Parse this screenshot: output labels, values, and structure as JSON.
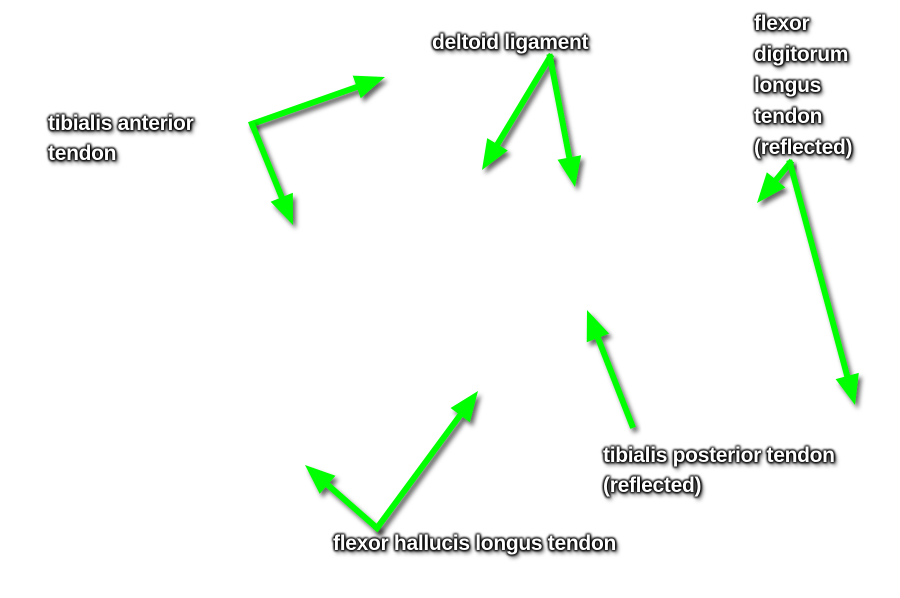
{
  "colors": {
    "arrow": "#00ff00",
    "label_text": "#ffffff",
    "label_shadow": "#000000",
    "background": "#ffffff"
  },
  "labels": {
    "tibialis_anterior": [
      "tibialis anterior",
      "tendon"
    ],
    "deltoid": "deltoid ligament",
    "flexor_digitorum": [
      "flexor",
      "digitorum",
      "longus",
      "tendon",
      "(reflected)"
    ],
    "tibialis_posterior": [
      "tibialis posterior tendon",
      "(reflected)"
    ],
    "flexor_hallucis": "flexor hallucis longus tendon"
  }
}
